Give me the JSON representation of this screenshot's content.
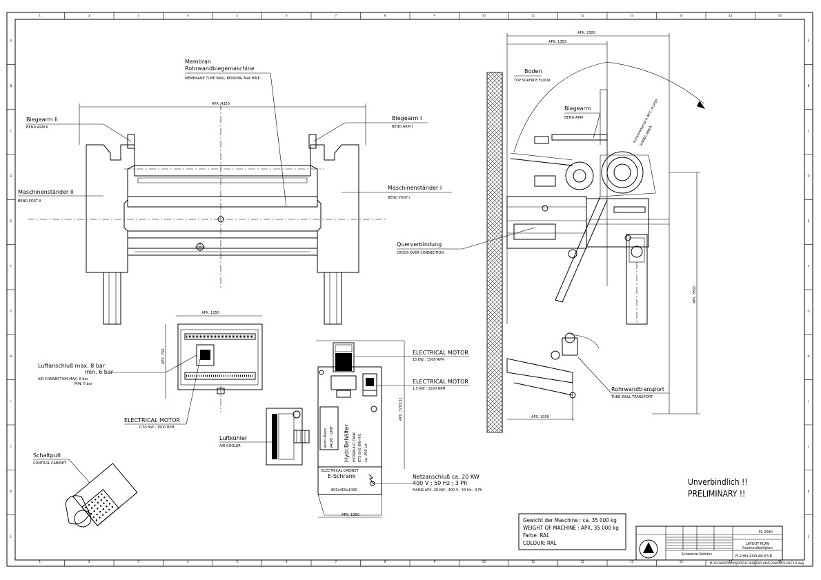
{
  "labels": {
    "membran_de": "Membran",
    "membran_de2": "Rohrwandbiegemaschine",
    "membran_en": "MEMBRANE TUBE WALL BENDING MACHINE",
    "biegearm2_de": "Biegearm  II",
    "biegearm2_en": "BEND ARM II",
    "biegearm1_de": "Biegearm  I",
    "biegearm1_en": "BEND ARM I",
    "staender2_de": "Maschinenständer  II",
    "staender2_en": "BEND POST II",
    "staender1_de": "Maschinenständer  I",
    "staender1_en": "BEND POST I",
    "luft_de1": "Luftanschluß  max. 8 bar",
    "luft_de2": "min. 6 bar",
    "luft_en1": "AIR CONNECTION  MAX. 8 bar",
    "luft_en2": "MIN. 6 bar",
    "motor_small_title": "ELECTRICAL MOTOR",
    "motor_small_spec": "0,55 KW ; 1500 RPM",
    "motor1_title": "ELECTRICAL MOTOR",
    "motor1_spec": "15 KW ; 1500 RPM",
    "motor2_title": "ELECTRICAL MOTOR",
    "motor2_spec": "1,5 KW ; 1500 RPM",
    "kuehler_de": "Luftkühler",
    "kuehler_en": "AIR COOLER",
    "pult_de": "Schaltpult",
    "pult_en": "CONTROL CABINET",
    "tank_de": "Hydr.Behälter",
    "tank_en1": "HYDRAULIC TANK",
    "tank_en2": "KTS-SHS 8W-H-C",
    "tank_en3": "ca. 350 Ltr.",
    "ventil": "Ventil-Block",
    "ventil2": "VALVE - UNIT",
    "schrank_en": "ELECTRICAL CABINET",
    "schrank_de": "E-Schrank",
    "schrank_dim": "800x400x1400",
    "netz_de": "Netzanschluß  ca. 20 KW",
    "netz_de2": "400 V ; 50 Hz ; 3 Ph",
    "netz_en": "MAINS  APX. 20 KW ; 400 V ; 50 Hz ; 3 Ph",
    "boden_de": "Boden",
    "boden_en": "TOP SURFACE FLOOR",
    "biegearm_de": "Biegearm",
    "biegearm_en": "BEND ARM",
    "schwenk_de": "Schwenkbereich  APX. R1450",
    "schwenk_en": "SWING AREA",
    "quer_de": "Querverbindung",
    "quer_en": "CROSS OVER CONNECTION",
    "rohr_de": "Rohrwandtransport",
    "rohr_en": "TUBE WALL TRANSPORT",
    "prelim1": "Unverbindlich !!",
    "prelim2": "PRELIMINARY !!"
  },
  "dimensions": {
    "apx4350": "APX. 4350",
    "apx2500": "APX. 2500",
    "apx1353": "APX. 1353",
    "apx1250": "APX. 1250",
    "apx750": "APX. 750",
    "apx3550": "APX. 3550",
    "apx3293": "APX. 3293,51",
    "apx1050": "APX. 1050",
    "apx1050b": "APX. 1050"
  },
  "weight_box": {
    "line1": "Gewicht der Maschine : ca. 35 000 kg",
    "line2": "WEIGHT OF MACHINE : APX. 35 000 kg",
    "line3": "Farbe: RAL",
    "line4": "COLOUR: RAL"
  },
  "title_block": {
    "drawing_no_short": "FL 2080",
    "title": "LAYOUT PLAN",
    "subtitle": "Raumaufstellplan",
    "company": "Schwarze-Robitec",
    "drawing_no": "FL2080-RSPLAN-E3-B",
    "file_path": "M:\\SCHWARZE\\PROJEKTE\\FL2080\\RSPLAN\\FL2080-RSPLAN-E3-B.dwg"
  },
  "frame": {
    "col_marks": [
      "1",
      "2",
      "3",
      "4",
      "5",
      "6",
      "7",
      "8",
      "9",
      "10",
      "11",
      "12",
      "13",
      "14",
      "15",
      "16"
    ],
    "row_marks": [
      "A",
      "B",
      "C",
      "D",
      "E",
      "F",
      "G",
      "H",
      "I",
      "J",
      "K",
      "L"
    ]
  }
}
